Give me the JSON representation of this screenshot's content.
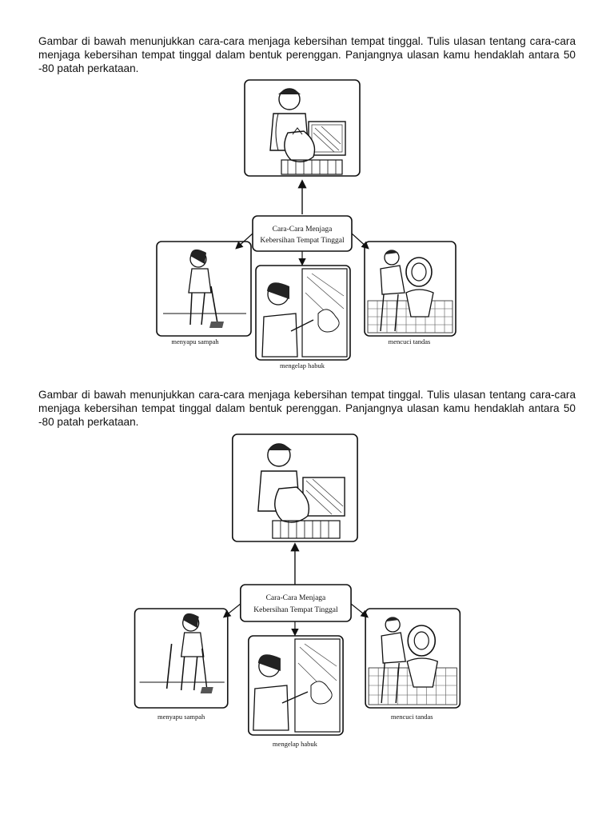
{
  "instructions": [
    "Gambar di bawah menunjukkan cara-cara menjaga kebersihan tempat tinggal. Tulis ulasan tentang cara-cara menjaga kebersihan tempat tinggal dalam bentuk perenggan. Panjangnya ulasan kamu hendaklah antara 50 -80 patah perkataan.",
    "Gambar di bawah menunjukkan cara-cara menjaga kebersihan tempat tinggal. Tulis ulasan tentang cara-cara menjaga kebersihan tempat tinggal dalam bentuk perenggan. Panjangnya ulasan kamu hendaklah antara 50 -80 patah perkataan."
  ],
  "diagram": {
    "center_line1": "Cara-Cara Menjaga",
    "center_line2": "Kebersihan Tempat Tinggal",
    "caption_sweep": "menyapu sampah",
    "caption_dust": "mengelap habuk",
    "caption_toilet": "mencuci tandas"
  }
}
